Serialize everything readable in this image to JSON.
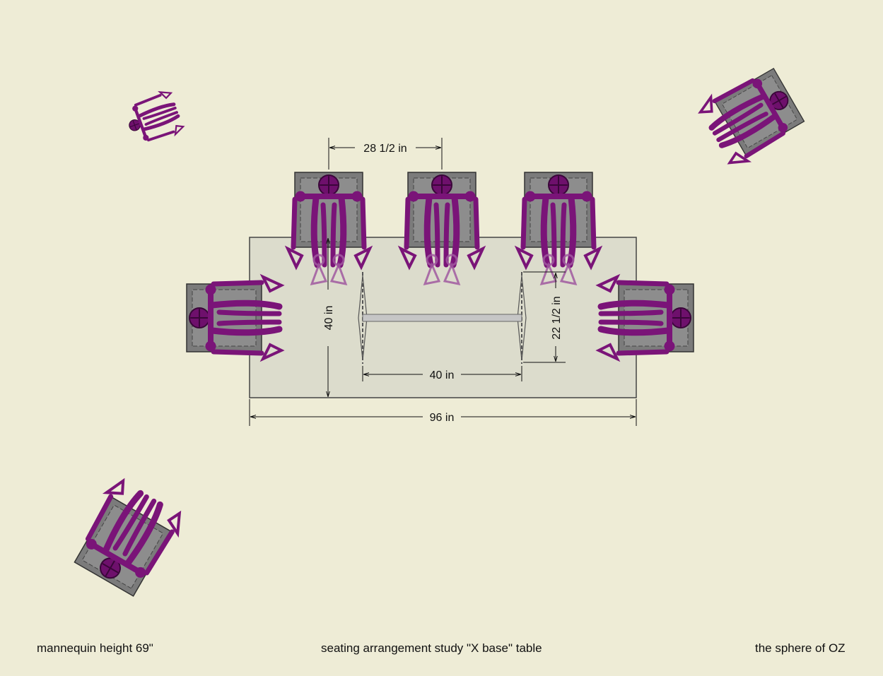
{
  "captions": {
    "left": "mannequin height 69\"",
    "center": "seating arrangement study \"X base\" table",
    "right": "the sphere of OZ"
  },
  "dimensions": {
    "seat_spacing": "28 1/2 in",
    "table_depth": "40 in",
    "base_length": "40 in",
    "base_width": "22 1/2 in",
    "table_length": "96 in"
  },
  "colors": {
    "background": "#eeecd6",
    "table_top": "#dcdccc",
    "mannequin": "#7a1478",
    "chair": "#7b7b7b"
  },
  "icons": [
    "mannequin-figure",
    "chair-seat",
    "x-base-leg"
  ]
}
